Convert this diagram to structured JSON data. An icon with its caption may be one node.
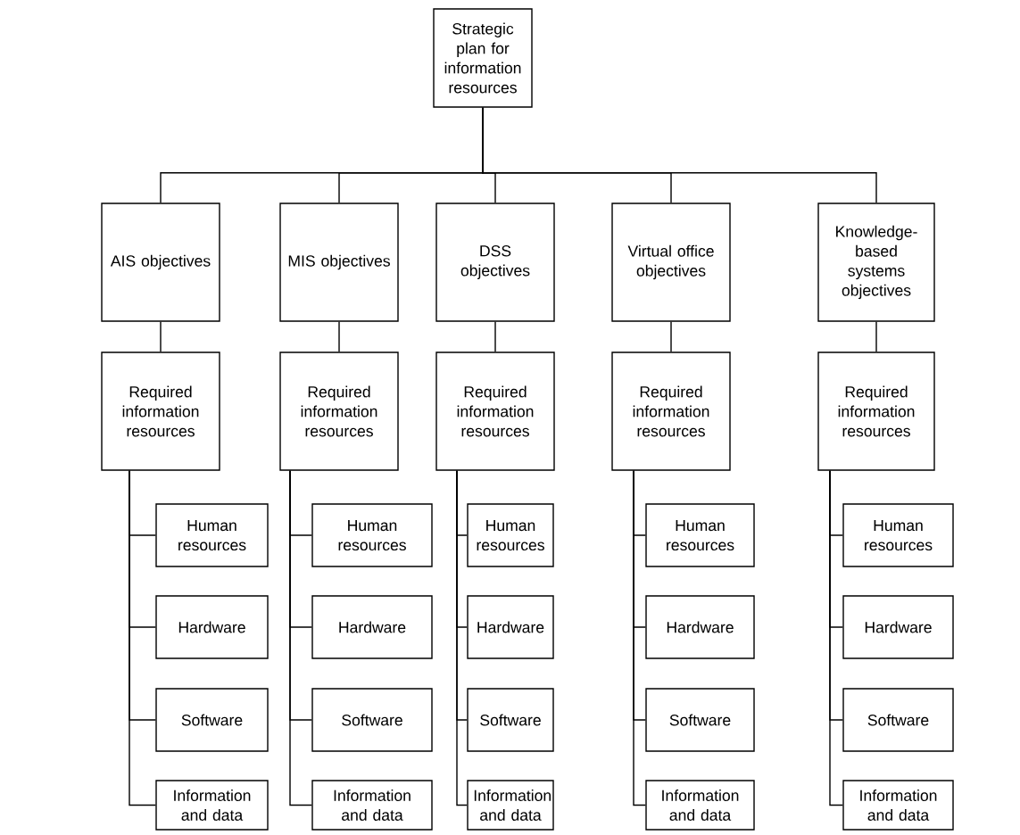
{
  "diagram": {
    "nodes": [
      {
        "text": [
          "Strategic plan for information resources"
        ]
      },
      {
        "text": [
          "AIS objectives"
        ]
      },
      {
        "text": [
          "Required information resources"
        ]
      },
      {
        "text": [
          "Human resources"
        ]
      },
      {
        "text": [
          "Hardware"
        ]
      },
      {
        "text": [
          "Software"
        ]
      },
      {
        "text": [
          "Information and data"
        ]
      },
      {
        "text": [
          "MIS objectives"
        ]
      },
      {
        "text": [
          "Required information resources"
        ]
      },
      {
        "text": [
          "Human resources"
        ]
      },
      {
        "text": [
          "Hardware"
        ]
      },
      {
        "text": [
          "Software"
        ]
      },
      {
        "text": [
          "Information and data"
        ]
      },
      {
        "text": [
          "DSS objectives"
        ]
      },
      {
        "text": [
          "Required information resources"
        ]
      },
      {
        "text": [
          "Human resources"
        ]
      },
      {
        "text": [
          "Hardware"
        ]
      },
      {
        "text": [
          "Software"
        ]
      },
      {
        "text": [
          "Information and data"
        ]
      },
      {
        "text": [
          "Virtual office objectives"
        ]
      },
      {
        "text": [
          "Required information resources"
        ]
      },
      {
        "text": [
          "Human resources"
        ]
      },
      {
        "text": [
          "Hardware"
        ]
      },
      {
        "text": [
          "Software"
        ]
      },
      {
        "text": [
          "Information and data"
        ]
      },
      {
        "text": [
          "Knowledge-based systems objectives"
        ]
      },
      {
        "text": [
          "Required information resources"
        ]
      },
      {
        "text": [
          "Human resources"
        ]
      },
      {
        "text": [
          "Hardware"
        ]
      },
      {
        "text": [
          "Software"
        ]
      },
      {
        "text": [
          "Information and data"
        ]
      }
    ],
    "edges": [
      {
        "from": 0,
        "to": 1,
        "arrow": "none"
      },
      {
        "from": 0,
        "to": 7,
        "arrow": "none"
      },
      {
        "from": 0,
        "to": 13,
        "arrow": "none"
      },
      {
        "from": 0,
        "to": 19,
        "arrow": "none"
      },
      {
        "from": 0,
        "to": 25,
        "arrow": "none"
      },
      {
        "from": 1,
        "to": 2,
        "arrow": "none"
      },
      {
        "from": 2,
        "to": 3,
        "arrow": "none"
      },
      {
        "from": 2,
        "to": 4,
        "arrow": "none"
      },
      {
        "from": 2,
        "to": 5,
        "arrow": "none"
      },
      {
        "from": 2,
        "to": 6,
        "arrow": "none"
      },
      {
        "from": 7,
        "to": 8,
        "arrow": "none"
      },
      {
        "from": 8,
        "to": 9,
        "arrow": "none"
      },
      {
        "from": 8,
        "to": 10,
        "arrow": "none"
      },
      {
        "from": 8,
        "to": 11,
        "arrow": "none"
      },
      {
        "from": 8,
        "to": 12,
        "arrow": "none"
      },
      {
        "from": 13,
        "to": 14,
        "arrow": "none"
      },
      {
        "from": 14,
        "to": 15,
        "arrow": "none"
      },
      {
        "from": 14,
        "to": 16,
        "arrow": "none"
      },
      {
        "from": 14,
        "to": 17,
        "arrow": "none"
      },
      {
        "from": 14,
        "to": 18,
        "arrow": "none"
      },
      {
        "from": 19,
        "to": 20,
        "arrow": "none"
      },
      {
        "from": 20,
        "to": 21,
        "arrow": "none"
      },
      {
        "from": 20,
        "to": 22,
        "arrow": "none"
      },
      {
        "from": 20,
        "to": 23,
        "arrow": "none"
      },
      {
        "from": 20,
        "to": 24,
        "arrow": "none"
      },
      {
        "from": 25,
        "to": 26,
        "arrow": "none"
      },
      {
        "from": 26,
        "to": 27,
        "arrow": "none"
      },
      {
        "from": 26,
        "to": 28,
        "arrow": "none"
      },
      {
        "from": 26,
        "to": 29,
        "arrow": "none"
      },
      {
        "from": 26,
        "to": 30,
        "arrow": "none"
      }
    ]
  }
}
